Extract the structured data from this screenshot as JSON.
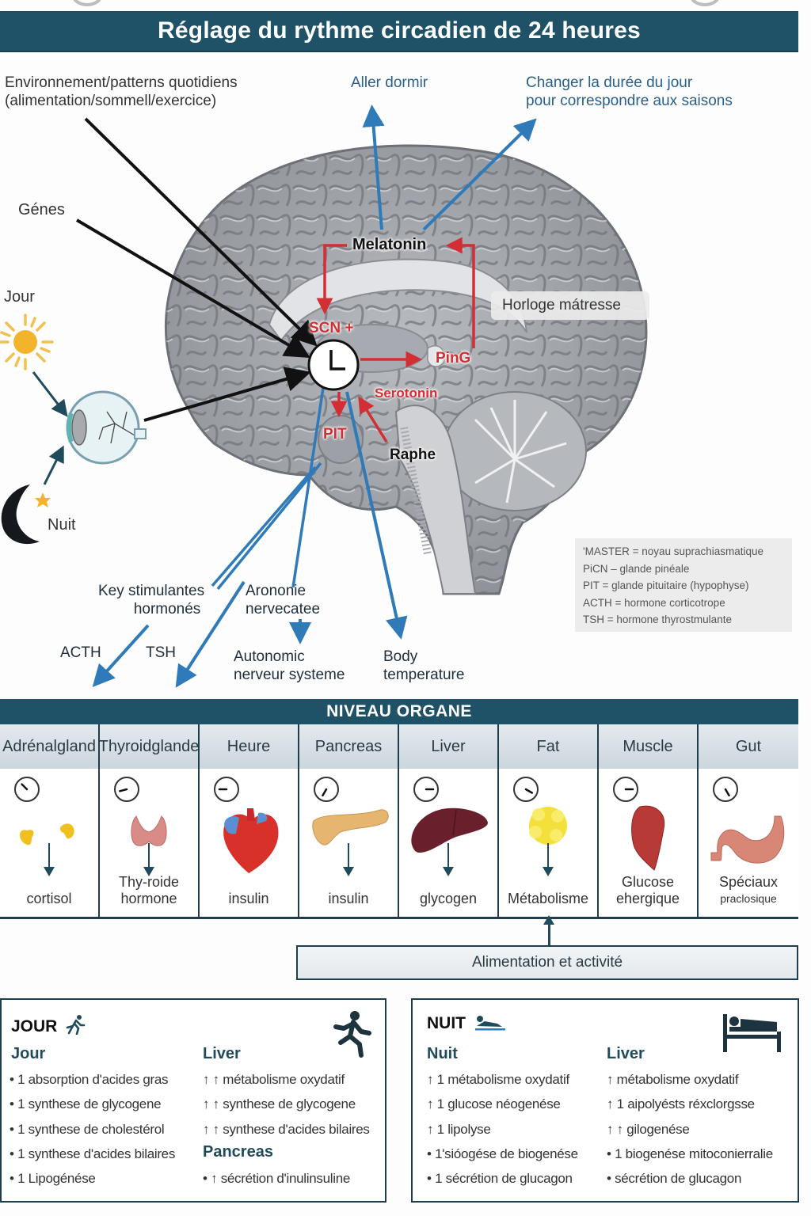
{
  "title": "Réglage du rythme circadien de 24 heures",
  "inputs": {
    "environment": [
      "Environnement/patterns quotidiens",
      "(alimentation/sommell/exercice)"
    ],
    "genes": "Génes",
    "day": "Jour",
    "night": "Nuit"
  },
  "outputs_top": {
    "sleep": "Aller dormir",
    "season": [
      "Changer la durée du jour",
      "pour correspondre aux saisons"
    ]
  },
  "brain": {
    "melatonin": "Melatonin",
    "scn": "SCN +",
    "ping": "PinG",
    "serotonin": "Serotonin",
    "pit": "PIT",
    "raphe": "Raphe",
    "master_clock": "Horloge mátresse"
  },
  "legend": [
    "'MASTER  =  noyau suprachiasmatique",
    "PiCN –  glande pinéale",
    "PIT    =  glande pituitaire (hypophyse)",
    "ACTH = hormone corticotrope",
    "TSH = hormone thyrostmulante"
  ],
  "outputs_bottom": {
    "hormones": [
      "Key stimulantes",
      "hormonés"
    ],
    "acth": "ACTH",
    "tsh": "TSH",
    "autonomy": [
      "Arononie",
      "nervecatee"
    ],
    "autonomic": [
      "Autonomic",
      "nerveur systeme"
    ],
    "body_temp": [
      "Body",
      "temperature"
    ]
  },
  "organ_section": {
    "header": "NIVEAU ORGANE",
    "organs": [
      {
        "name": [
          "Adrénal",
          "gland"
        ],
        "output": [
          "cortisol"
        ],
        "clock_hour": 10.5,
        "icon": "adrenal-gland-icon",
        "color": "#f0c020"
      },
      {
        "name": [
          "Thyroid",
          "glande"
        ],
        "output": [
          "Thy-roide",
          "hormone"
        ],
        "clock_hour": 8.5,
        "icon": "thyroid-icon",
        "color": "#d98b88"
      },
      {
        "name": [
          "Heure"
        ],
        "output": [
          "insulin"
        ],
        "clock_hour": 9,
        "icon": "heart-icon",
        "color": "#d8312a"
      },
      {
        "name": [
          "Pancreas"
        ],
        "output": [
          "insulin"
        ],
        "clock_hour": 7,
        "icon": "pancreas-icon",
        "color": "#e6b56f"
      },
      {
        "name": [
          "Liver"
        ],
        "output": [
          "glycogen"
        ],
        "clock_hour": 3,
        "icon": "liver-icon",
        "color": "#6a1f2c"
      },
      {
        "name": [
          "Fat"
        ],
        "output": [
          "Métabolisme"
        ],
        "clock_hour": 4,
        "icon": "fat-cell-icon",
        "color": "#f4e03a"
      },
      {
        "name": [
          "Muscle"
        ],
        "output": [
          "Glucose",
          "ehergique"
        ],
        "clock_hour": 3,
        "icon": "muscle-icon",
        "color": "#b83a36"
      },
      {
        "name": [
          "Gut"
        ],
        "output": [
          "Spéciaux",
          "praclosique"
        ],
        "clock_hour": 5,
        "icon": "stomach-icon",
        "color": "#d88776"
      }
    ]
  },
  "alimentation": "Alimentation et activité",
  "jour_panel": {
    "title": "JOUR",
    "left_heading": "Jour",
    "left_items": [
      "• 1 absorption d'acides  gras",
      "• 1 synthese de glycogene",
      "• 1 synthese de cholestérol",
      "• 1 synthese d'acides bilaires",
      "• 1 Lipogénése"
    ],
    "right_heading": "Liver",
    "right_items": [
      "↑ ↑ métabolisme oxydatif",
      "↑ ↑ synthese de glycogene",
      "↑ ↑ synthese d'acides bilaires"
    ],
    "right_heading2": "Pancreas",
    "right_items2": [
      "• ↑ sécrétion d'inulinsuline"
    ]
  },
  "nuit_panel": {
    "title": "NUIT",
    "left_heading": "Nuit",
    "left_items": [
      "↑ 1 métabolisme oxydatif",
      "↑ 1 glucose néogenése",
      "↑ 1 lipolyse",
      "• 1'sióogése de biogenése",
      "• 1 sécrétion de glucagon"
    ],
    "right_heading": "Liver",
    "right_items": [
      "↑  métabolisme oxydatif",
      "↑ 1 aipolyésts réxclorgsse",
      "↑ ↑ gilogenése",
      "• 1 biogenése mitoconierralie",
      "•  sécrétion de glucagon"
    ]
  },
  "colors": {
    "header_bg": "#1f5266",
    "red_arrow": "#d42e35",
    "blue_arrow": "#2f7ab8",
    "black_arrow": "#111111"
  }
}
